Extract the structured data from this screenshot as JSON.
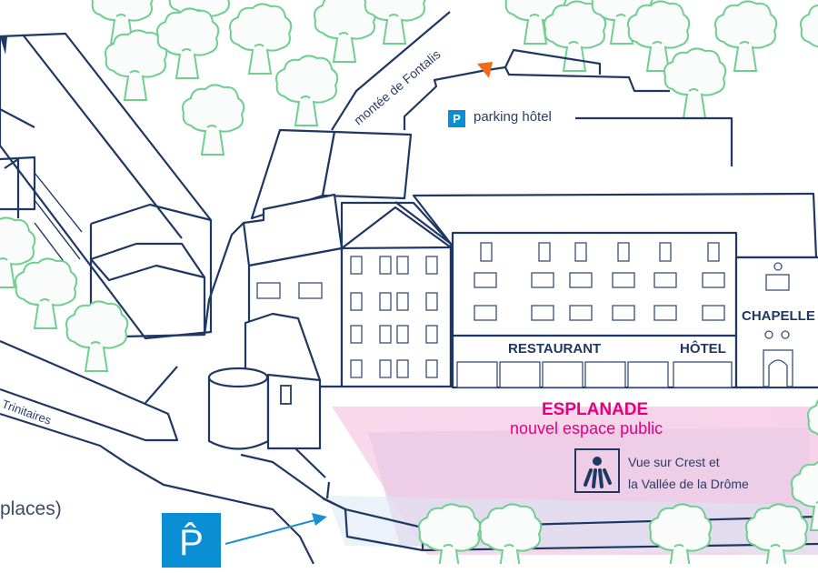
{
  "map": {
    "streets": {
      "montee": "montée de Fontalis",
      "trinitaires": "s Trinitaires"
    },
    "parking_hotel": {
      "icon": "P",
      "label": "parking hôtel"
    },
    "parking_public": {
      "icon": "P̂",
      "label": "places)"
    },
    "buildings": {
      "restaurant": "RESTAURANT",
      "hotel": "HÔTEL",
      "chapelle": "CHAPELLE"
    },
    "esplanade": {
      "title": "ESPLANADE",
      "subtitle": "nouvel espace public",
      "view_line1": "Vue sur Crest et",
      "view_line2": "la Vallée de la Drôme",
      "view_icon": "viewpoint-icon"
    },
    "colors": {
      "line": "#1f3763",
      "tree": "#6fcf8e",
      "magenta": "#e5007e",
      "parking_blue": "#0a8fd4",
      "marker_orange": "#f26a1b",
      "esplanade_pink": "#f8d3e8"
    }
  }
}
